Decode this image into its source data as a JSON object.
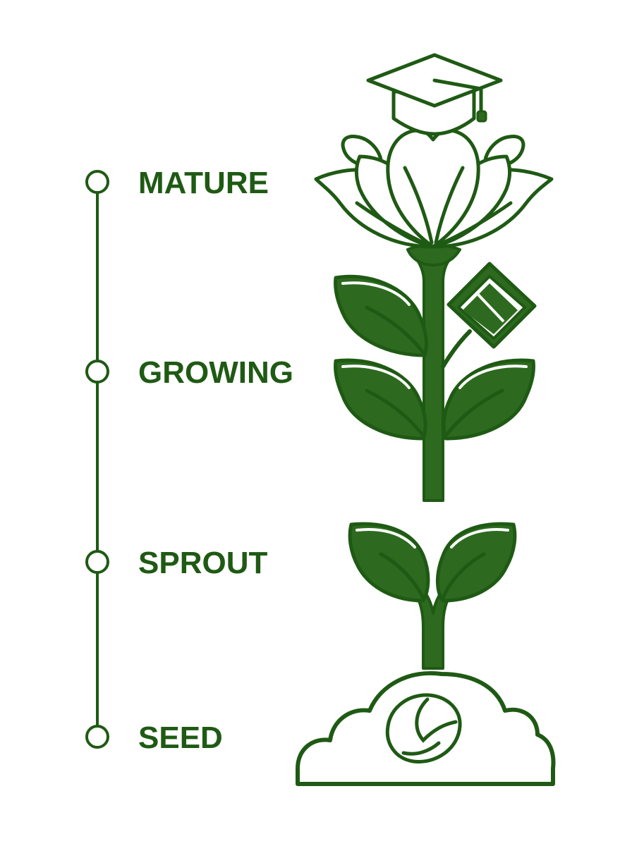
{
  "colors": {
    "ink": "#1f5a14",
    "leaf_fill": "#2d6a1f",
    "background": "#ffffff"
  },
  "stages": [
    {
      "id": "mature",
      "label": "MATURE",
      "illustration": "flower-with-graduation-cap"
    },
    {
      "id": "growing",
      "label": "GROWING",
      "illustration": "leafy-stem-with-book"
    },
    {
      "id": "sprout",
      "label": "SPROUT",
      "illustration": "two-leaf-sprout"
    },
    {
      "id": "seed",
      "label": "SEED",
      "illustration": "seed-in-soil-mound"
    }
  ]
}
